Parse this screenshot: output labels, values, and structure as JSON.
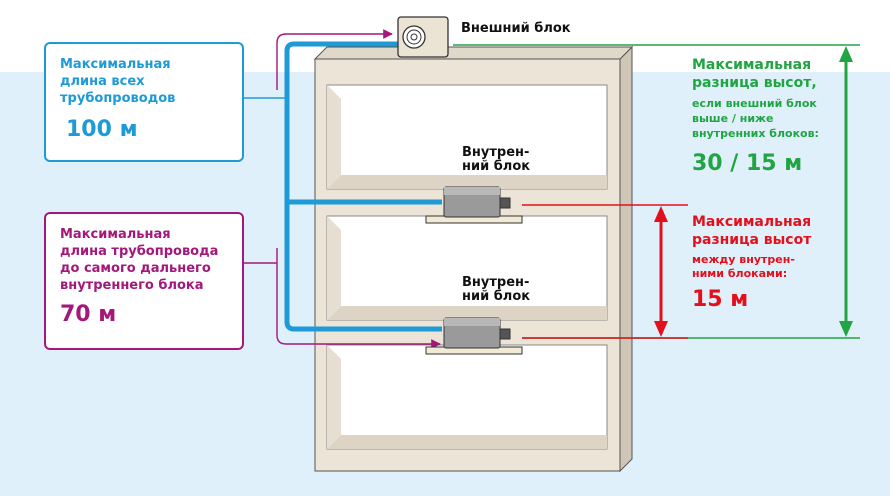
{
  "colors": {
    "sky": "#dff0fb",
    "blue": "#1e9ad6",
    "magenta": "#a3187a",
    "green": "#21a542",
    "red": "#e3101b",
    "building": "#ece4d7",
    "building_dark": "#cfc6b7"
  },
  "outdoor_unit": {
    "label": "Внешний блок"
  },
  "indoor_unit_upper": {
    "label_line1": "Внутрен-",
    "label_line2": "ний блок"
  },
  "indoor_unit_lower": {
    "label_line1": "Внутрен-",
    "label_line2": "ний блок"
  },
  "box_total_length": {
    "line1": "Максимальная",
    "line2": "длина всех",
    "line3": "трубопроводов",
    "value": "100 м"
  },
  "box_farthest_length": {
    "line1": "Максимальная",
    "line2": "длина трубопровода",
    "line3": "до самого дальнего",
    "line4": "внутреннего блока",
    "value": "70 м"
  },
  "green_annotation": {
    "line1": "Максимальная",
    "line2": "разница высот,",
    "line3": "если внешний блок",
    "line4": "выше / ниже",
    "line5": "внутренних блоков:",
    "value": "30 / 15 м"
  },
  "red_annotation": {
    "line1": "Максимальная",
    "line2": "разница высот",
    "line3": "между внутрен-",
    "line4": "ними блоками:",
    "value": "15 м"
  }
}
